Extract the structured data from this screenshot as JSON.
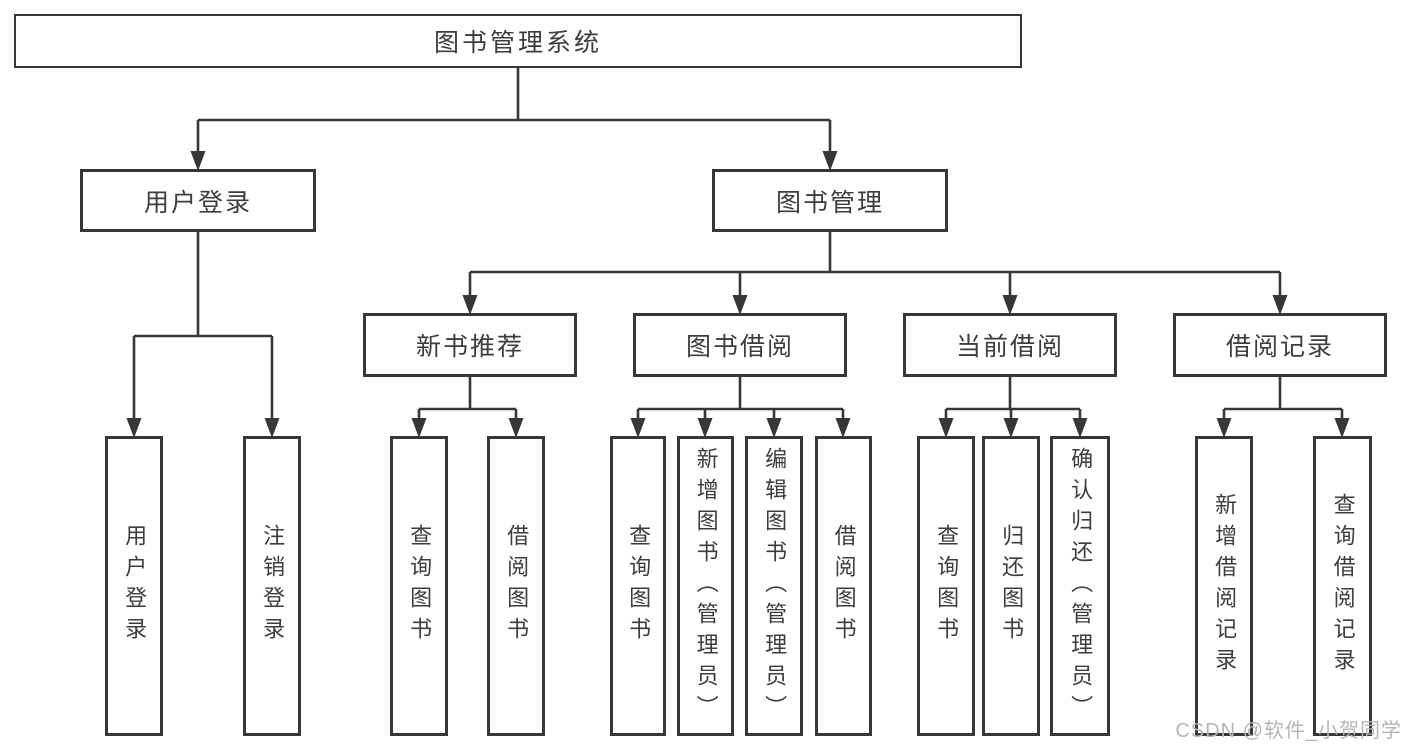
{
  "diagram": {
    "title": "图书管理系统",
    "branches": {
      "user": {
        "label": "用户登录",
        "children": [
          "用户登录",
          "注销登录"
        ]
      },
      "book": {
        "label": "图书管理",
        "sections": [
          {
            "label": "新书推荐",
            "children": [
              "查询图书",
              "借阅图书"
            ]
          },
          {
            "label": "图书借阅",
            "children": [
              "查询图书",
              "新增图书（管理员）",
              "编辑图书（管理员）",
              "借阅图书"
            ]
          },
          {
            "label": "当前借阅",
            "children": [
              "查询图书",
              "归还图书",
              "确认归还（管理员）"
            ]
          },
          {
            "label": "借阅记录",
            "children": [
              "新增借阅记录",
              "查询借阅记录"
            ]
          }
        ]
      }
    }
  },
  "watermark": "CSDN @软件_小贺同学",
  "colors": {
    "line": "#373737",
    "text": "#3d3d3d",
    "watermark": "#b2b6b8",
    "background": "#ffffff"
  }
}
